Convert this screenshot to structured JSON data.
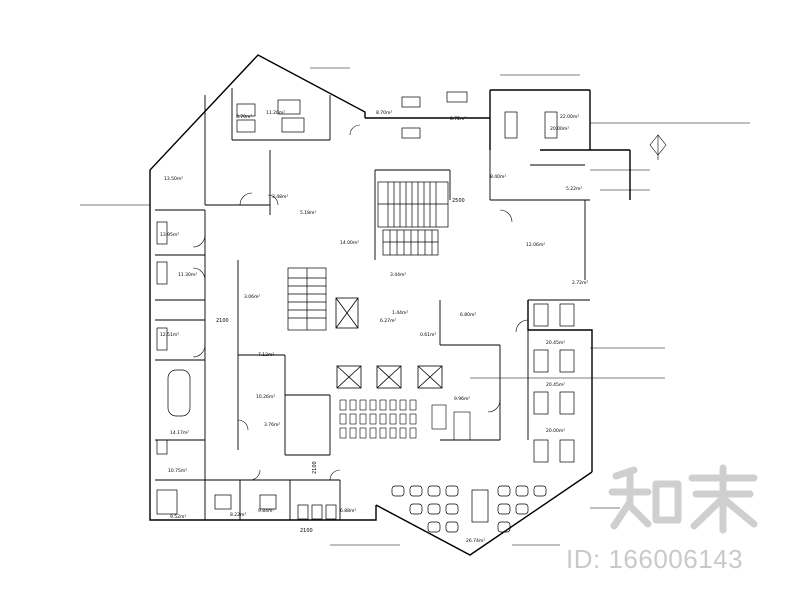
{
  "watermark": {
    "id_text": "ID: 166006143"
  },
  "room_areas": [
    "8.70m²",
    "11.20m²",
    "8.70m²",
    "20.00m²",
    "13.50m²",
    "12.06m²",
    "8.40m²",
    "3.48m²",
    "3.06m²",
    "5.18m²",
    "5.22m²",
    "13.95m²",
    "11.30m²",
    "12.51m²",
    "14.17m²",
    "10.75m²",
    "7.12m²",
    "10.26m²",
    "3.76m²",
    "9.52m²",
    "9.84m²",
    "8.22m²",
    "6.88m²",
    "14.00m²",
    "1.44m²",
    "3.44m²",
    "0.61m²",
    "20.45m²",
    "20.45m²",
    "20.00m²",
    "9.96m²",
    "26.74m²",
    "6.80m²",
    "8.72m²",
    "22.00m²",
    "2.72m²",
    "6.27m²"
  ],
  "dimensions": [
    "2500",
    "2100",
    "2100",
    "2100"
  ]
}
